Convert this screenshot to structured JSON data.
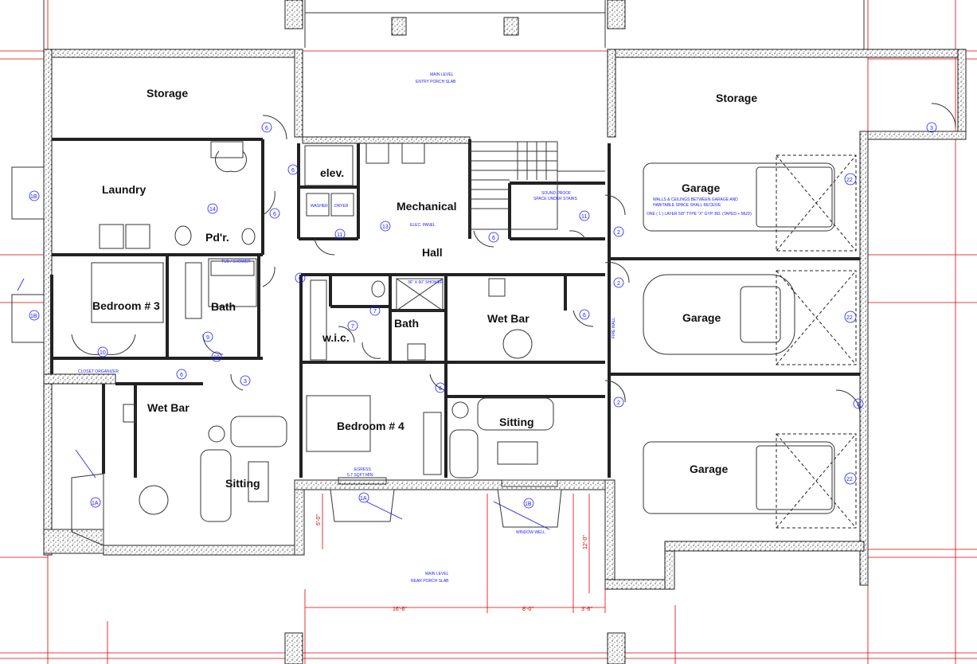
{
  "rooms": {
    "storage_left": "Storage",
    "storage_right": "Storage",
    "laundry": "Laundry",
    "pdr": "Pd'r.",
    "elev": "elev.",
    "mechanical": "Mechanical",
    "hall": "Hall",
    "bedroom3": "Bedroom # 3",
    "bath_left": "Bath",
    "wic": "w.i.c.",
    "bath_center": "Bath",
    "wetbar_center": "Wet Bar",
    "wetbar_left": "Wet Bar",
    "sitting_left": "Sitting",
    "bedroom4": "Bedroom # 4",
    "sitting_center": "Sitting",
    "garage1": "Garage",
    "garage2": "Garage",
    "garage3": "Garage"
  },
  "notes": {
    "entry_slab_1": "MAIN LEVEL",
    "entry_slab_2": "ENTRY PORCH SLAB",
    "rear_slab_1": "MAIN LEVEL",
    "rear_slab_2": "REAR PORCH SLAB",
    "garage_walls_1": "WALLS & CEILINGS BETWEEN GARAGE AND",
    "garage_walls_2": "HABITABLE SPACE SHALL RECEIVE",
    "garage_walls_3": "ONE ( 1 ) LAYER 5/8\" TYPE \"X\" GYP. BD. (TAPED + MUD)",
    "egress": "EGRESS",
    "egress_sf": "5.7 SQFT MIN.",
    "sound_proof_1": "SOUND PROOF",
    "sound_proof_2": "SPACE UNDER STAIRS",
    "closet_org": "CLOSET ORGANIZER",
    "fire_wall": "FIRE WALL",
    "washer": "WASHER",
    "dryer": "DRYER",
    "elec_panel": "ELEC. PANEL",
    "tub_shower": "TUB / SHOWER",
    "shower": "36\" X 60\" SHOWER",
    "window_well": "WINDOW WELL"
  },
  "dimensions": {
    "d1": "16'-6\"",
    "d2": "8'-0\"",
    "d3": "3'-6\"",
    "d4": "5'-0\"",
    "d5": "12'-0\""
  },
  "tags": {
    "t1": "6",
    "t2": "6",
    "t3": "6",
    "t4": "6",
    "t5": "6",
    "t6": "6",
    "t7": "6",
    "t8": "11",
    "t9": "11",
    "t10": "14",
    "t11": "2",
    "t12": "2",
    "t13": "2",
    "t14": "22",
    "t15": "22",
    "t16": "22",
    "t17": "1B",
    "t18": "1B",
    "t19": "1A",
    "t20": "1A",
    "t21": "1B",
    "t22": "7",
    "t23": "7",
    "t24": "3",
    "t25": "9",
    "t26": "10",
    "t27": "13"
  }
}
